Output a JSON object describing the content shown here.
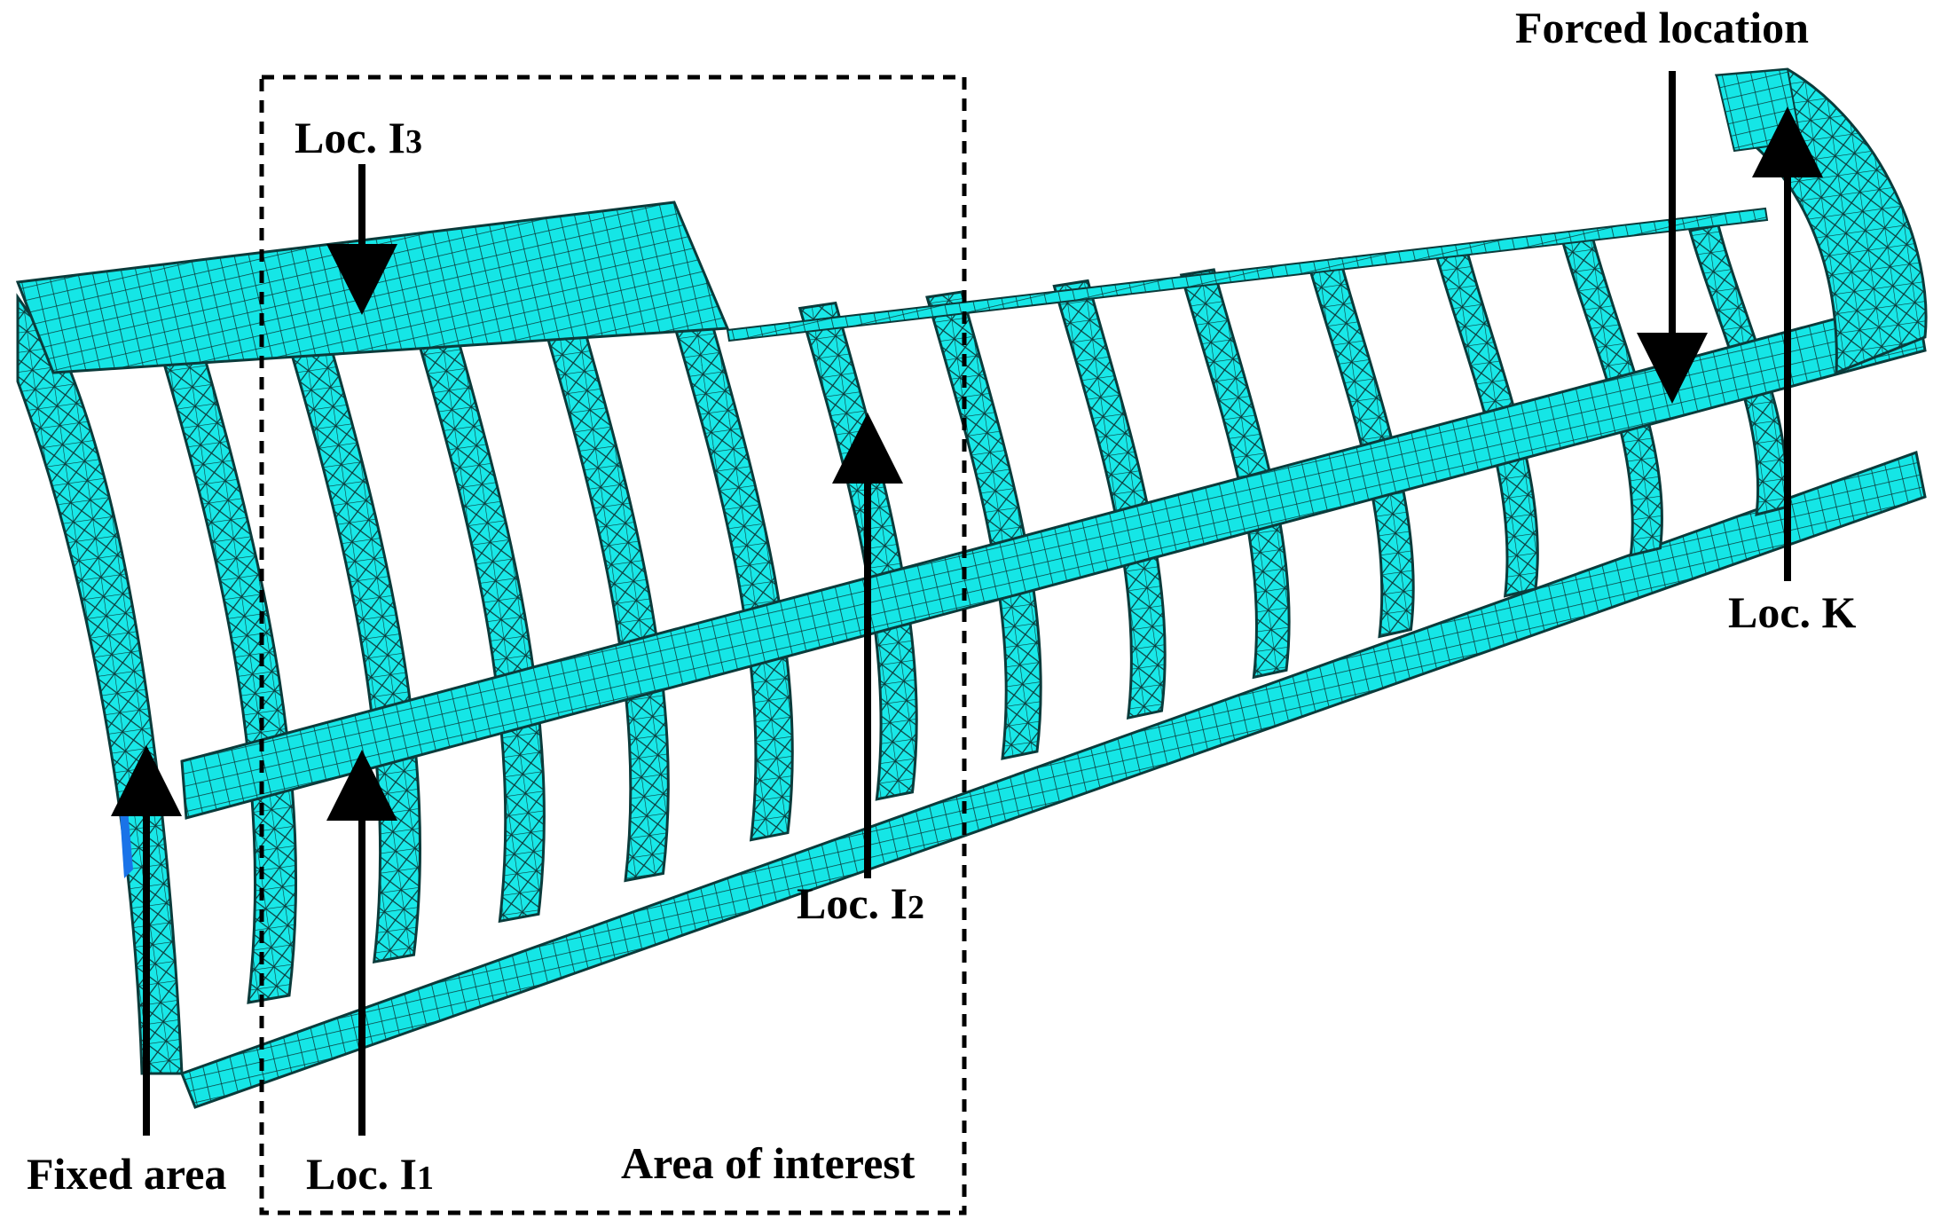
{
  "labels": {
    "forced_location": "Forced location",
    "loc_i3_base": "Loc. I",
    "loc_i3_sub": "3",
    "loc_i2_base": "Loc. I",
    "loc_i2_sub": "2",
    "loc_i1_base": "Loc. I",
    "loc_i1_sub": "1",
    "loc_k": "Loc. K",
    "fixed_area": "Fixed area",
    "area_of_interest": "Area of interest"
  },
  "colors": {
    "mesh_fill": "#00FFFF",
    "mesh_lines": "#0a3a3a",
    "arrow": "#000000",
    "fixed_bc": "#1a73e8"
  }
}
